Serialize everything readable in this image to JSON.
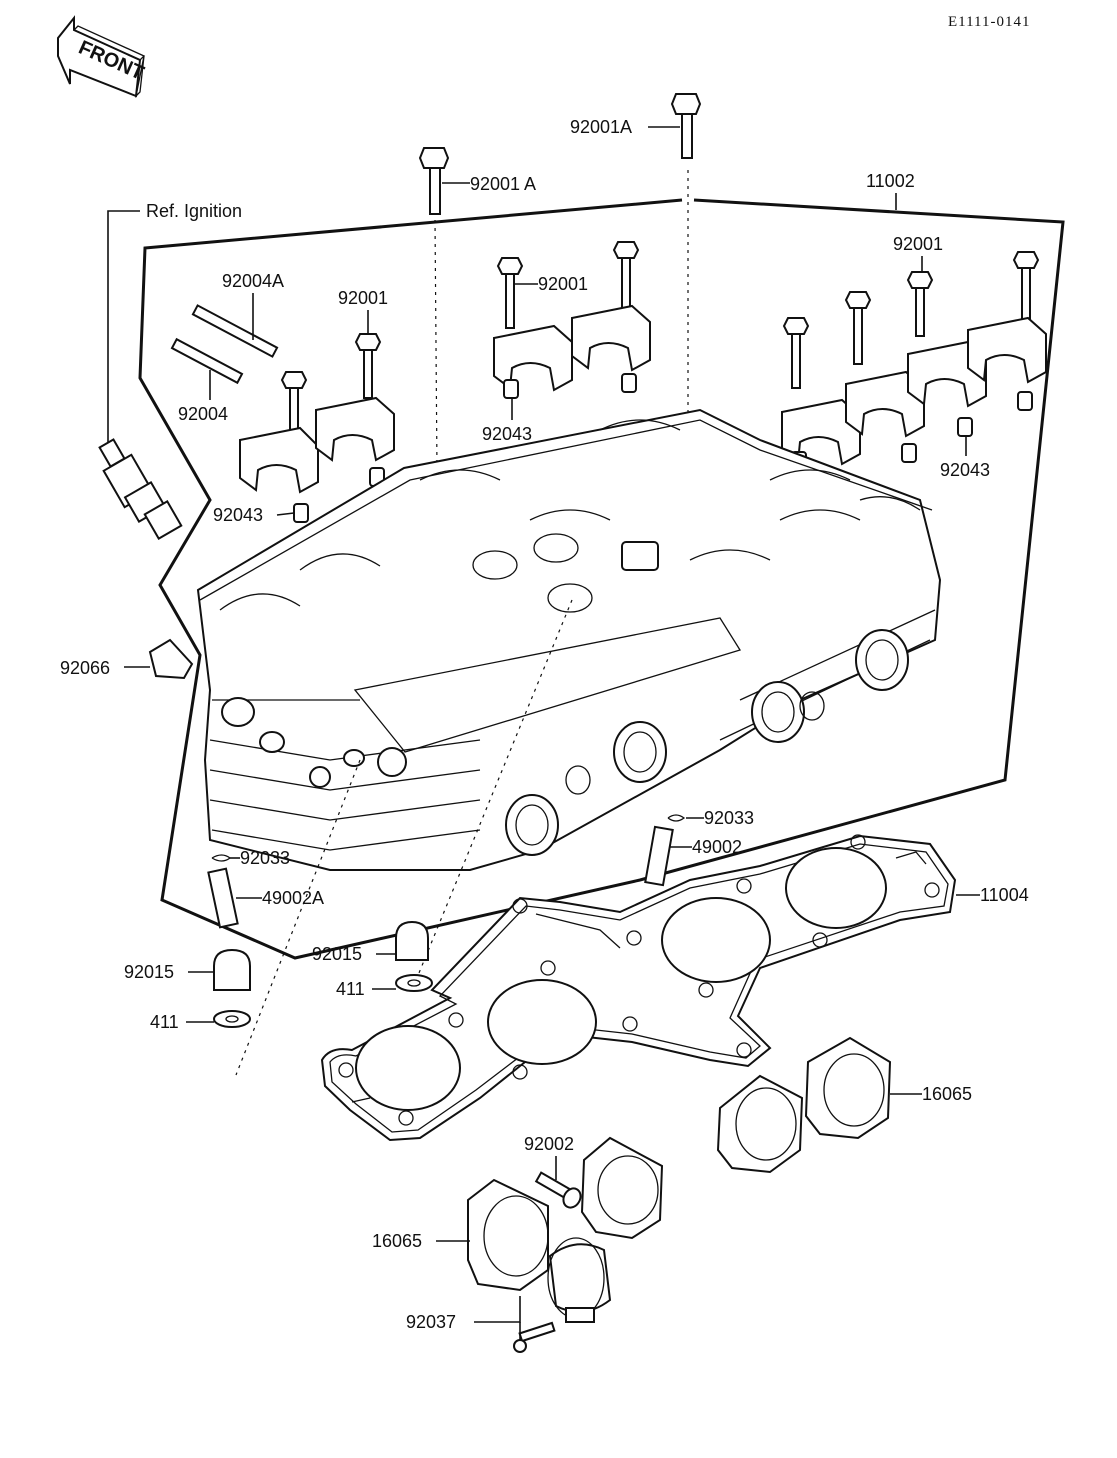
{
  "diagram_code": "E1111-0141",
  "front_arrow_label": "FRONT",
  "ref_label": "Ref. Ignition",
  "callouts": {
    "bolt_top": "92001A",
    "bolt_left": "92001 A",
    "head_assembly": "11002",
    "stud_long": "92004A",
    "stud_short": "92004",
    "bolt_cap_1": "92001",
    "bolt_cap_2": "92001",
    "bolt_cap_3": "92001",
    "dowel_1": "92043",
    "dowel_2": "92043",
    "dowel_3": "92043",
    "plug_cap": "92066",
    "clip_right": "92033",
    "guide_right": "49002",
    "clip_left": "92033",
    "guide_left": "49002A",
    "gasket": "11004",
    "nut_right": "92015",
    "washer_right": "411",
    "nut_left": "92015",
    "washer_left": "411",
    "holder_right": "16065",
    "screw": "92002",
    "holder_left": "16065",
    "clamp": "92037"
  }
}
